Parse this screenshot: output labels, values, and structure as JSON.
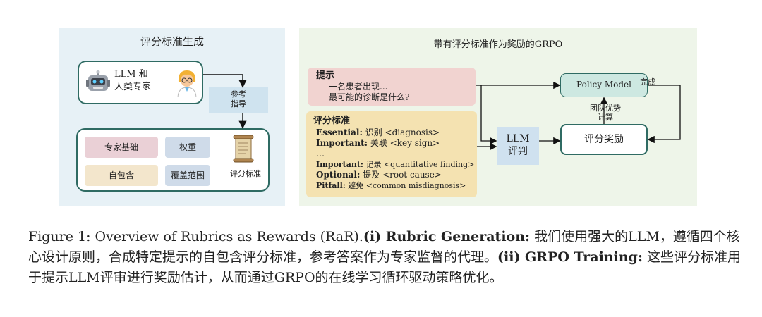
{
  "figure": {
    "left_panel": {
      "title": "评分标准生成",
      "llm_box": {
        "line1": "LLM 和",
        "line2": "人类专家"
      },
      "guide_box": {
        "line1": "参考",
        "line2": "指导"
      },
      "pills": [
        "专家基础",
        "权重",
        "自包含",
        "覆盖范围"
      ],
      "scroll_label": "评分标准"
    },
    "right_panel": {
      "title": "带有评分标准作为奖励的GRPO",
      "prompt_box": {
        "title": "提示",
        "line1": "一名患者出现...",
        "line2": "最可能的诊断是什么?"
      },
      "rubric_box": {
        "title": "评分标准",
        "items": [
          {
            "label": "Essential:",
            "text": " 识别 <diagnosis>"
          },
          {
            "label": "Important:",
            "text": " 关联 <key sign>"
          },
          {
            "label": "",
            "text": "…"
          },
          {
            "label": "Important:",
            "text": " 记录 <quantitative finding>"
          },
          {
            "label": "Optional:",
            "text": " 提及 <root cause>"
          },
          {
            "label": "Pitfall:",
            "text": " 避免 <common misdiagnosis>"
          }
        ]
      },
      "llm_judge": {
        "line1": "LLM",
        "line2": "评判"
      },
      "policy_model": "Policy Model",
      "reward_box": "评分奖励",
      "done_label": "完成",
      "advantage_label": {
        "line1": "团队优势",
        "line2": "计算"
      }
    }
  },
  "caption": {
    "prefix": "Figure 1: Overview of Rubrics as Rewards (RaR).",
    "part1_label": "(i) Rubric Generation:",
    "part1_text": " 我们使用强大的LLM，遵循四个核心设计原则，合成特定提示的自包含评分标准，参考答案作为专家监督的代理。",
    "part2_label": "(ii) GRPO Training:",
    "part2_text": " 这些评分标准用于提示LLM评审进行奖励估计，从而通过GRPO的在线学习循环驱动策略优化。"
  },
  "colors": {
    "left_bg": "#e7f1f6",
    "right_bg": "#eef5e9",
    "border_teal": "#2f6b63",
    "pill_pink": "#ead0d6",
    "pill_blue": "#cfdbe9",
    "pill_cream": "#f3e6cc",
    "prompt_bg": "#f1d3d0",
    "rubric_bg": "#f4e2b1",
    "judge_bg": "#cfe1ef",
    "policy_bg": "#cde8e1"
  }
}
